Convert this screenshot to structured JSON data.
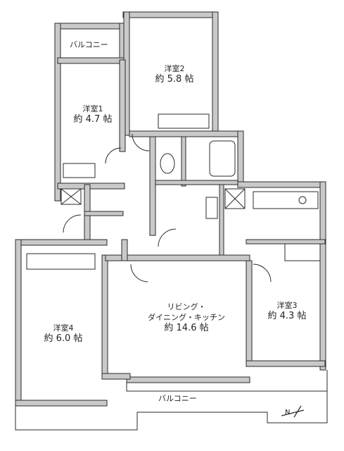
{
  "rooms": {
    "western1": {
      "name": "洋室1",
      "area": "約 4.7 帖"
    },
    "western2": {
      "name": "洋室2",
      "area": "約 5.8 帖"
    },
    "western3": {
      "name": "洋室3",
      "area": "約 4.3 帖"
    },
    "western4": {
      "name": "洋室4",
      "area": "約 6.0 帖"
    },
    "ldk": {
      "line1": "リビング・",
      "line2": "ダイニング・キッチン",
      "area": "約 14.6 帖"
    }
  },
  "balconies": {
    "top": "バルコニー",
    "bottom": "バルコニー"
  },
  "compass": {
    "label": "N"
  },
  "colors": {
    "wall": "#c9c9c9",
    "line": "#2a2a2a",
    "floor": "#ffffff"
  }
}
